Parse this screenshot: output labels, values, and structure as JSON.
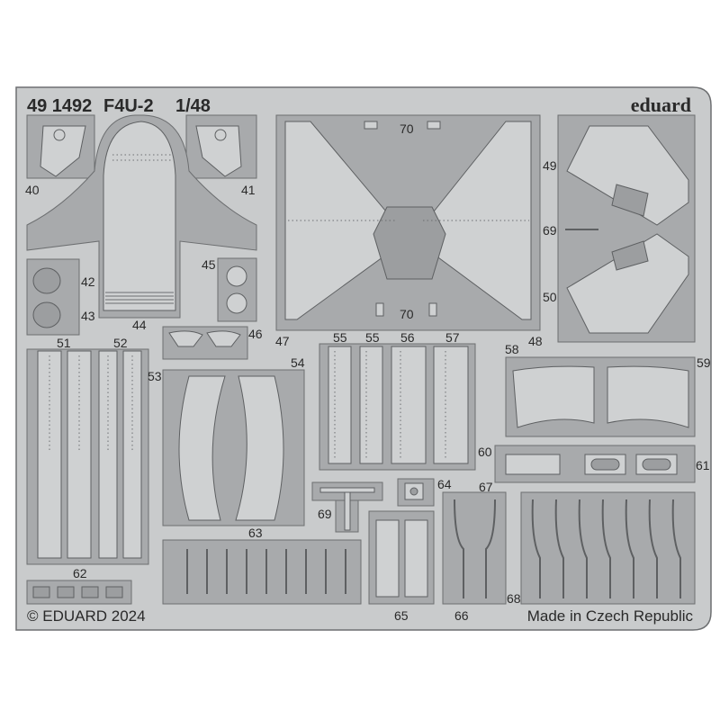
{
  "header": {
    "set_number": "49 1492",
    "model": "F4U-2",
    "scale": "1/48",
    "brand": "eduard"
  },
  "footer": {
    "copyright": "© EDUARD 2024",
    "origin": "Made in Czech Republic"
  },
  "parts": {
    "p40": "40",
    "p41": "41",
    "p42": "42",
    "p43": "43",
    "p44": "44",
    "p45": "45",
    "p46": "46",
    "p47": "47",
    "p48": "48",
    "p49": "49",
    "p50": "50",
    "p51": "51",
    "p52": "52",
    "p53": "53",
    "p54": "54",
    "p55a": "55",
    "p55b": "55",
    "p56": "56",
    "p57": "57",
    "p58": "58",
    "p59": "59",
    "p60": "60",
    "p61": "61",
    "p62": "62",
    "p63": "63",
    "p64": "64",
    "p65": "65",
    "p66": "66",
    "p67": "67",
    "p68": "68",
    "p69a": "69",
    "p69b": "69",
    "p70a": "70",
    "p70b": "70"
  },
  "colors": {
    "fret": "#c9cbcc",
    "frame": "#a8aaac",
    "part": "#cfd1d2"
  }
}
